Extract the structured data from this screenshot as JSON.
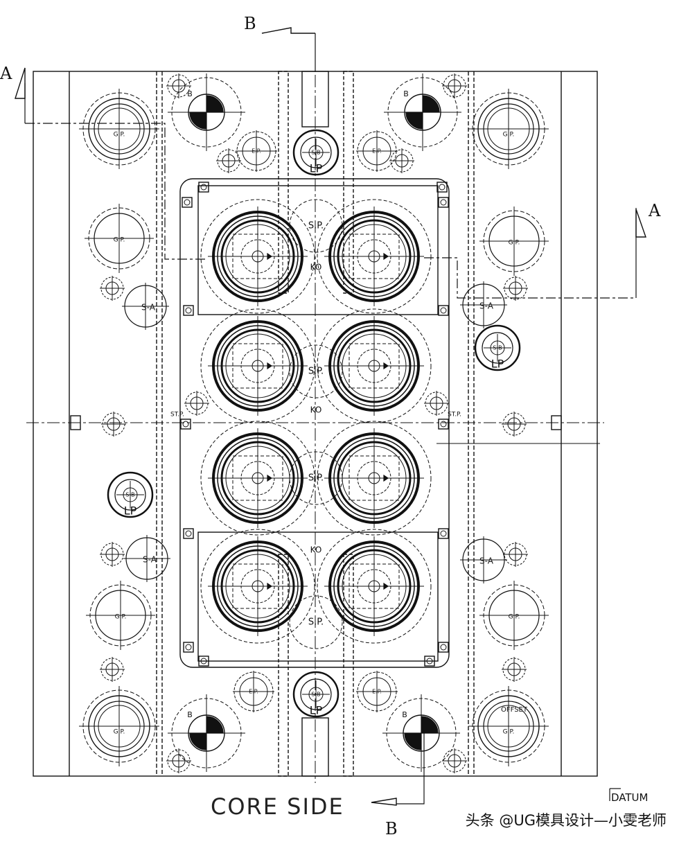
{
  "labels": {
    "core_side": "CORE SIDE",
    "datum": "DATUM",
    "section_a": "A",
    "section_b": "B"
  },
  "component_tags": {
    "guide_pillar": "G.P.",
    "offset": "OFFSET",
    "support_pillar": "S.P.",
    "knock_out": "KO",
    "locating_pin": "LP",
    "stop_a": "S-A",
    "stop_b": "S-B",
    "ejector_pin": "E.P.",
    "stop_pin": "ST.P.",
    "bushing": "B"
  },
  "watermark": "头条 @UG模具设计—小雯老师"
}
